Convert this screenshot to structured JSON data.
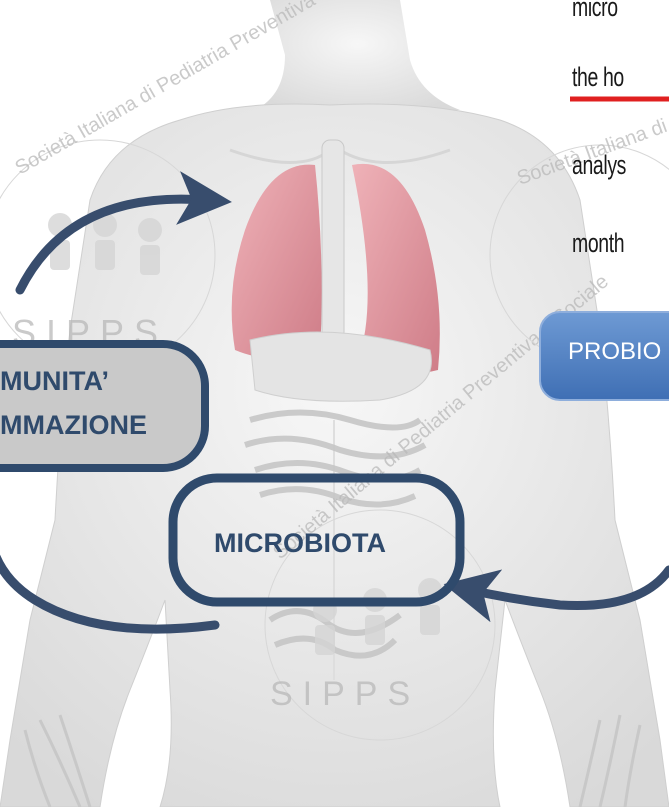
{
  "right_text_lines": [
    "micro",
    "the ho",
    "analys",
    "month"
  ],
  "boxes": {
    "immunity_line1": "MUNITA’",
    "immunity_line2": "MMAZIONE",
    "microbiota": "MICROBIOTA",
    "probiotics": "PROBIO"
  },
  "watermark": {
    "arc_text_top": "Società Italiana di Pediatria Preventiva e Sociale",
    "logo_text": "SIPPS"
  },
  "colors": {
    "arrow": "#384d6d",
    "box_fill": "#c9c9c9",
    "box_border": "#2f4a6c",
    "probio_fill": "#4f7fc0",
    "lung": "#d98a93",
    "underline": "#e02020"
  }
}
